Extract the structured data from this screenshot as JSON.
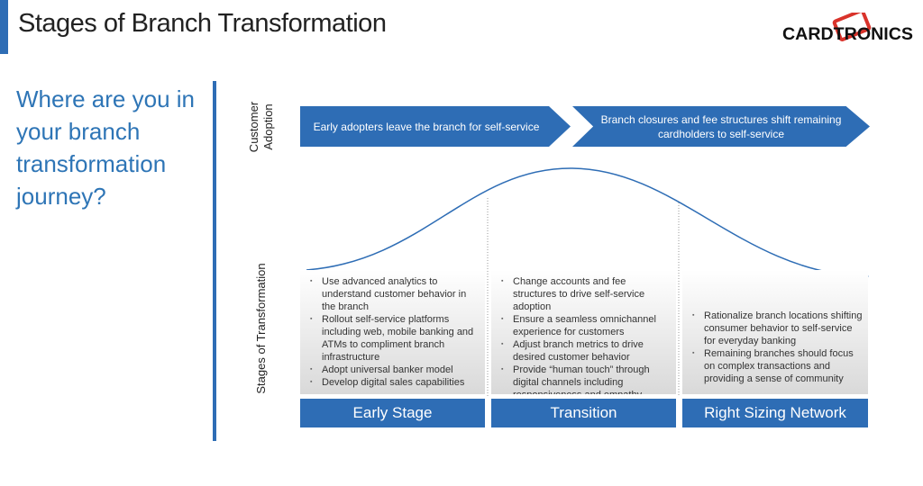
{
  "title": "Stages of Branch Transformation",
  "logo_text": "CARDTRONICS",
  "question": "Where are you in your branch transformation journey?",
  "axis_labels": {
    "top": "Customer Adoption",
    "bottom": "Stages of Transformation"
  },
  "chevrons": [
    "Early adopters leave the branch for self-service",
    "Branch closures and fee structures shift remaining cardholders to self-service"
  ],
  "stages": [
    {
      "label": "Early Stage",
      "bullets": [
        "Use advanced analytics to understand customer behavior in the branch",
        "Rollout self-service platforms including web, mobile banking and ATMs to compliment branch infrastructure",
        "Adopt universal banker model",
        "Develop digital sales capabilities"
      ]
    },
    {
      "label": "Transition",
      "bullets": [
        "Change accounts and fee structures to drive self-service adoption",
        "Ensure a seamless omnichannel experience for customers",
        "Adjust branch metrics to drive desired customer behavior",
        "Provide “human touch” through digital channels including responsiveness and empathy"
      ]
    },
    {
      "label": "Right Sizing Network",
      "bullets": [
        "Rationalize branch locations shifting consumer behavior to self-service for everyday banking",
        "Remaining branches should focus on complex transactions and providing a sense of community"
      ]
    }
  ],
  "colors": {
    "accent": "#2e6db5",
    "logo_red": "#d9332b"
  }
}
